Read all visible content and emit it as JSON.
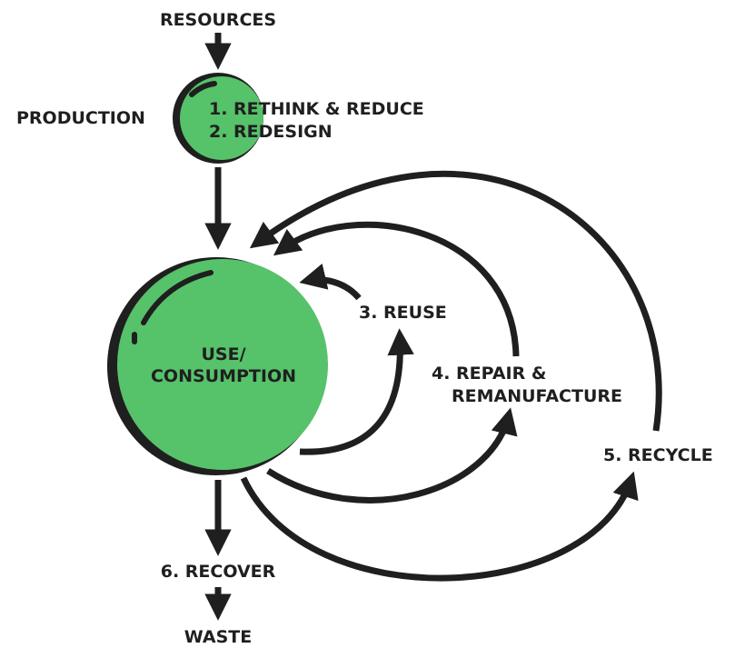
{
  "colors": {
    "green": "#56c26a",
    "ink": "#1f1f1f",
    "background": "#ffffff"
  },
  "labels": {
    "resources": "RESOURCES",
    "production": "PRODUCTION",
    "rethink_reduce": "1. RETHINK & REDUCE",
    "redesign": "2. REDESIGN",
    "use_line1": "USE/",
    "use_line2": "CONSUMPTION",
    "reuse": "3. REUSE",
    "repair_line1": "4. REPAIR &",
    "repair_line2": "REMANUFACTURE",
    "recycle": "5. RECYCLE",
    "recover": "6. RECOVER",
    "waste": "WASTE"
  }
}
